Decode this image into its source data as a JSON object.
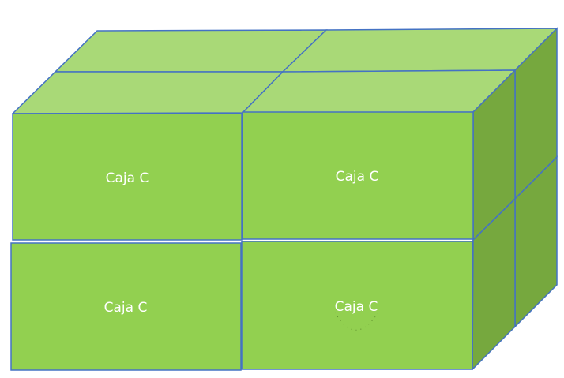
{
  "diagram": {
    "colors": {
      "front": "#92d050",
      "top": "#a9d977",
      "side": "#76a83e",
      "stroke": "#4472c4"
    },
    "boxes": [
      {
        "label": "Caja C",
        "position": "top-left"
      },
      {
        "label": "Caja C",
        "position": "top-right"
      },
      {
        "label": "Caja C",
        "position": "bottom-left"
      },
      {
        "label": "Caja C",
        "position": "bottom-right"
      }
    ]
  }
}
